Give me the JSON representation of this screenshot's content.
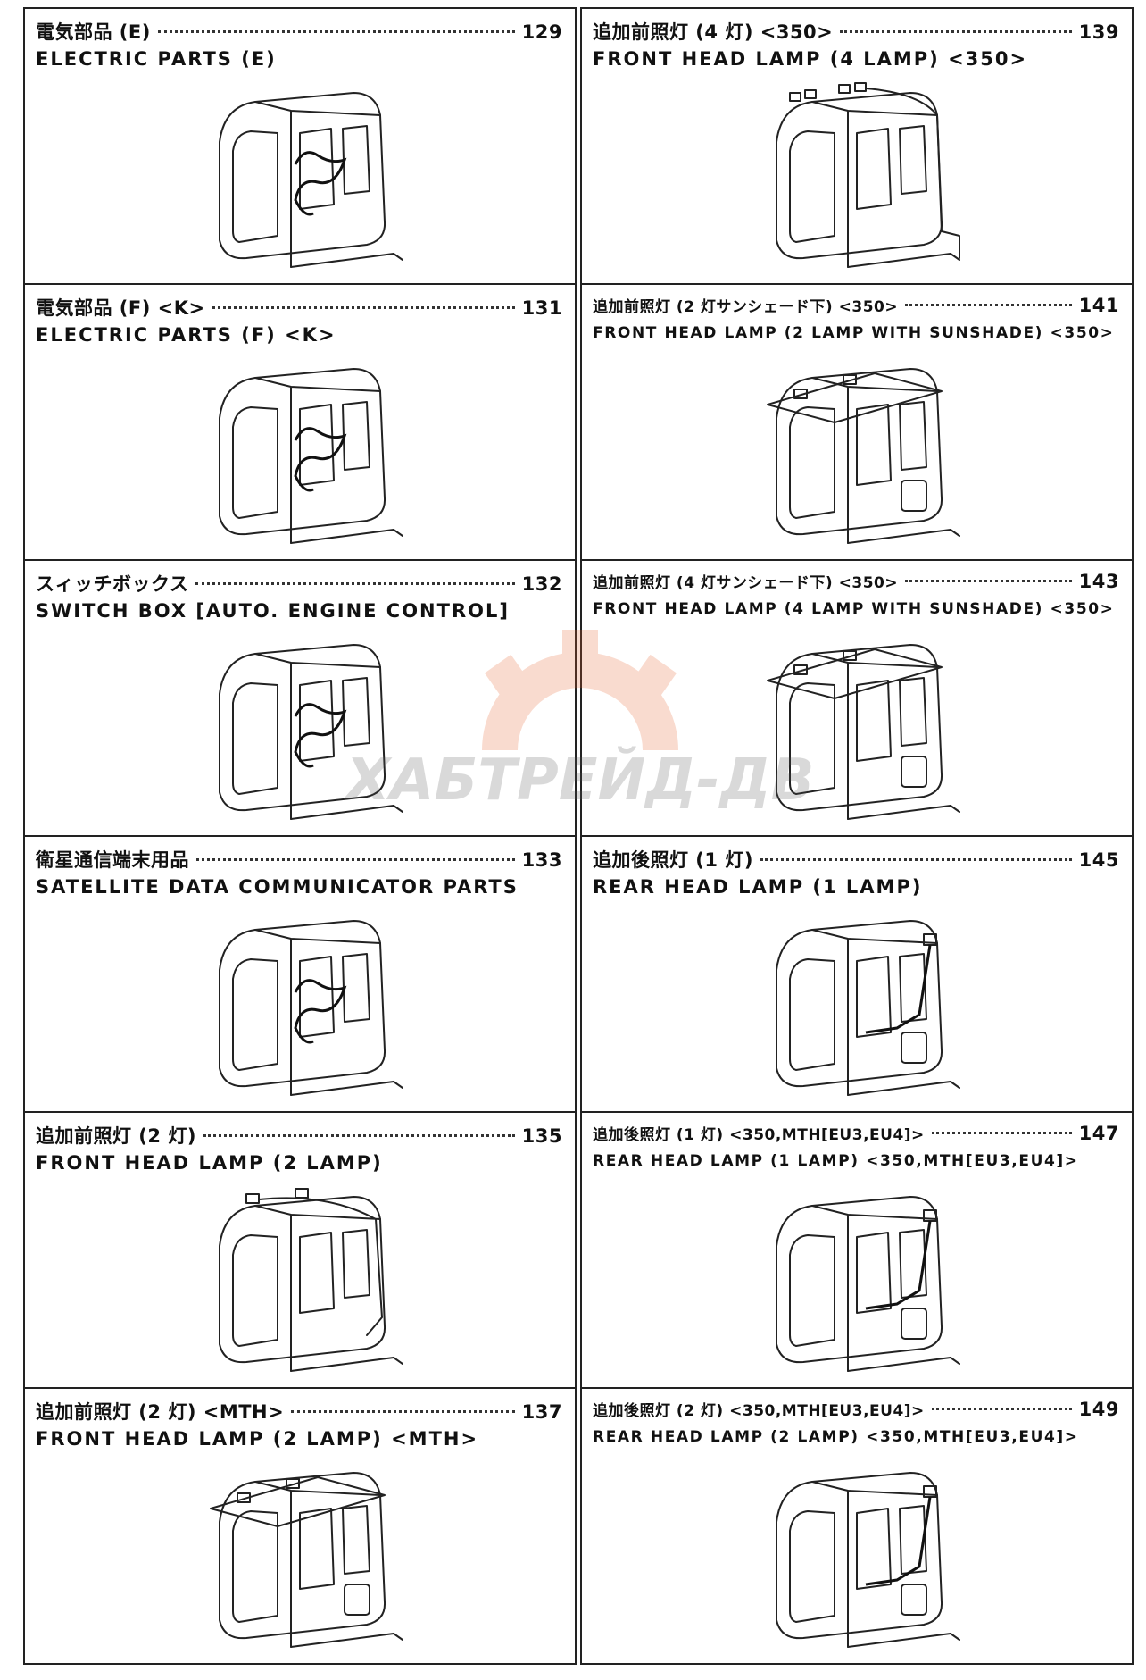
{
  "entries_left": [
    {
      "jp": "電気部品 (E)",
      "en": "ELECTRIC PARTS (E)",
      "page": "129",
      "variant": "plain"
    },
    {
      "jp": "電気部品 (F) <K>",
      "en": "ELECTRIC PARTS (F) <K>",
      "page": "131",
      "variant": "plain"
    },
    {
      "jp": "スィッチボックス",
      "en": "SWITCH BOX [AUTO. ENGINE CONTROL]",
      "page": "132",
      "variant": "plain"
    },
    {
      "jp": "衛星通信端末用品",
      "en": "SATELLITE DATA COMMUNICATOR PARTS",
      "page": "133",
      "variant": "plain"
    },
    {
      "jp": "追加前照灯 (2 灯)",
      "en": "FRONT HEAD LAMP (2 LAMP)",
      "page": "135",
      "variant": "lamp2"
    },
    {
      "jp": "追加前照灯 (2 灯) <MTH>",
      "en": "FRONT HEAD LAMP (2 LAMP) <MTH>",
      "page": "137",
      "variant": "shade"
    }
  ],
  "entries_right": [
    {
      "jp": "追加前照灯 (4 灯) <350>",
      "en": "FRONT HEAD LAMP (4 LAMP) <350>",
      "page": "139",
      "variant": "lamp4"
    },
    {
      "jp": "追加前照灯 (2 灯サンシェード下) <350>",
      "en": "FRONT HEAD LAMP (2 LAMP WITH SUNSHADE) <350>",
      "page": "141",
      "variant": "shade",
      "small": true
    },
    {
      "jp": "追加前照灯 (4 灯サンシェード下) <350>",
      "en": "FRONT HEAD LAMP (4 LAMP WITH SUNSHADE) <350>",
      "page": "143",
      "variant": "shade",
      "small": true
    },
    {
      "jp": "追加後照灯 (1 灯)",
      "en": "REAR HEAD LAMP (1 LAMP)",
      "page": "145",
      "variant": "rear"
    },
    {
      "jp": "追加後照灯 (1 灯) <350,MTH[EU3,EU4]>",
      "en": "REAR HEAD LAMP (1 LAMP) <350,MTH[EU3,EU4]>",
      "page": "147",
      "variant": "rear",
      "small": true
    },
    {
      "jp": "追加後照灯 (2 灯) <350,MTH[EU3,EU4]>",
      "en": "REAR HEAD LAMP (2 LAMP) <350,MTH[EU3,EU4]>",
      "page": "149",
      "variant": "rear",
      "small": true
    }
  ],
  "watermark": {
    "text": "ХАБТРЕЙД-ДВ",
    "color": "#e8602a"
  }
}
